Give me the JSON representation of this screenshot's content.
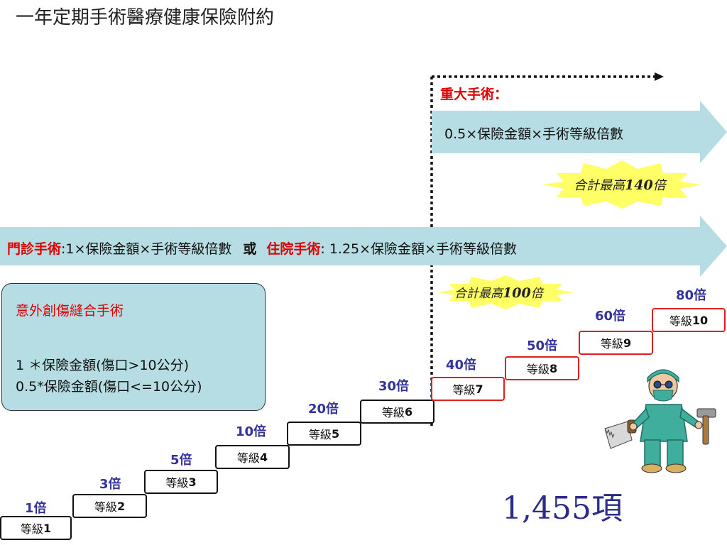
{
  "slide": {
    "title": "一年定期手術醫療健康保險附約",
    "major_surgery": {
      "label": "重大手術：",
      "formula": "0.5×保險金額×手術等級倍數",
      "cap": {
        "prefix": "合計最高",
        "value": "140",
        "suffix": "倍"
      }
    },
    "outpatient_inpatient": {
      "outpatient_label": "門診手術",
      "outpatient_formula": ":1×保險金額×手術等級倍數",
      "or_word": "或",
      "inpatient_label": "住院手術",
      "inpatient_formula": ": 1.25×保險金額×手術等級倍數",
      "cap": {
        "prefix": "合計最高",
        "value": "100",
        "suffix": "倍"
      }
    },
    "accident_box": {
      "title": "意外創傷縫合手術",
      "line1": "1 ＊保險金額(傷口>10公分)",
      "line2": "0.5*保險金額(傷口<=10公分)"
    },
    "levels": [
      {
        "prefix": "等級",
        "level": "1",
        "multiplier": "1倍"
      },
      {
        "prefix": "等級",
        "level": "2",
        "multiplier": "3倍"
      },
      {
        "prefix": "等級",
        "level": "3",
        "multiplier": "5倍"
      },
      {
        "prefix": "等級",
        "level": "4",
        "multiplier": "10倍"
      },
      {
        "prefix": "等級",
        "level": "5",
        "multiplier": "20倍"
      },
      {
        "prefix": "等級",
        "level": "6",
        "multiplier": "30倍"
      },
      {
        "prefix": "等級",
        "level": "7",
        "multiplier": "40倍"
      },
      {
        "prefix": "等級",
        "level": "8",
        "multiplier": "50倍"
      },
      {
        "prefix": "等級",
        "level": "9",
        "multiplier": "60倍"
      },
      {
        "prefix": "等級",
        "level": "10",
        "multiplier": "80倍"
      }
    ],
    "total_items": "1,455項",
    "colors": {
      "arrow_fill": "#b6dde3",
      "burst_fill": "#ffff66",
      "highlight": "#e00000",
      "multiplier": "#33339a"
    },
    "icons": [
      "surgeon-cartoon-icon"
    ]
  }
}
